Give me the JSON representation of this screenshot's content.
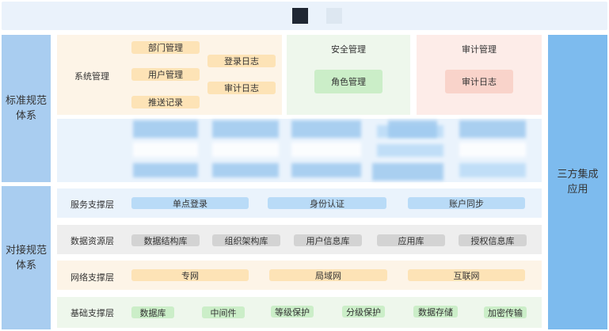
{
  "left_column": {
    "standard_system": "标准规范体系",
    "interface_system": "对接规范体系"
  },
  "right_column": {
    "third_party": "三方集成应用"
  },
  "top_section": {
    "system_management": {
      "title": "系统管理",
      "items": [
        "部门管理",
        "用户管理",
        "推送记录",
        "登录日志",
        "审计日志"
      ]
    },
    "security_management": {
      "title": "安全管理",
      "items": [
        "角色管理"
      ]
    },
    "audit_management": {
      "title": "审计管理",
      "items": [
        "审计日志"
      ]
    }
  },
  "layers": {
    "service": {
      "title": "服务支撑层",
      "items": [
        "单点登录",
        "身份认证",
        "账户同步"
      ]
    },
    "data": {
      "title": "数据资源层",
      "items": [
        "数据结构库",
        "组织架构库",
        "用户信息库",
        "应用库",
        "授权信息库"
      ]
    },
    "network": {
      "title": "网络支撑层",
      "items": [
        "专网",
        "局域网",
        "互联网"
      ]
    },
    "base": {
      "title": "基础支撑层",
      "items": [
        "数据库",
        "中间件",
        "等级保护",
        "分级保护",
        "数据存储",
        "加密传输"
      ]
    }
  },
  "colors": {
    "top_bar": "#eaf2fb",
    "side_blue": "#a9cdf0",
    "right_blue": "#7dbbee",
    "orange_bg": "#fdf4e7",
    "orange_pill": "#fde3b6",
    "green_bg": "#eef7ec",
    "green_pill": "#cbeec8",
    "red_bg": "#fdece8",
    "red_pill": "#f9d3ca",
    "blue_bg": "#eaf3fc",
    "blue_pill": "#b9dbf7",
    "gray_bg": "#eeeeee",
    "gray_pill": "#d3d3d3"
  }
}
